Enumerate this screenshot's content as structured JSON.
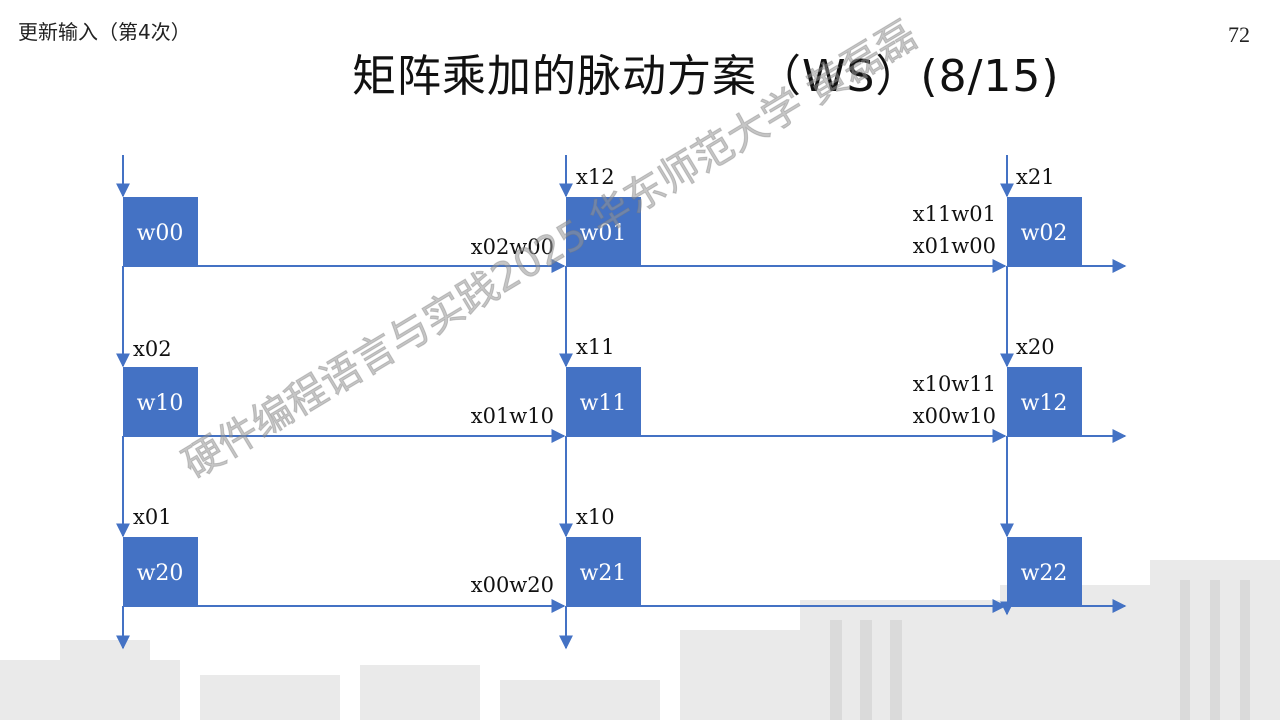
{
  "header": {
    "top_label": "更新输入（第4次）",
    "page_number": "72",
    "title": "矩阵乘加的脉动方案（WS）(8/15)"
  },
  "watermark": "硬件编程语言与实践2025 华东师范大学 黄磊磊",
  "colors": {
    "pe_fill": "#4472C4",
    "arrow": "#4472C4",
    "background": "#FFFFFF"
  },
  "pe_grid": [
    [
      "w00",
      "w01",
      "w02"
    ],
    [
      "w10",
      "w11",
      "w12"
    ],
    [
      "w20",
      "w21",
      "w22"
    ]
  ],
  "inputs": {
    "r0c1": "x12",
    "r0c2": "x21",
    "r1c0": "x02",
    "r1c1": "x11",
    "r1c2": "x20",
    "r2c0": "x01",
    "r2c1": "x10"
  },
  "partial_sums": {
    "r0_to_c1": "x02w00",
    "r0_to_c2_line1": "x11w01",
    "r0_to_c2_line2": "x01w00",
    "r1_to_c1": "x01w10",
    "r1_to_c2_line1": "x10w11",
    "r1_to_c2_line2": "x00w10",
    "r2_to_c1": "x00w20"
  }
}
